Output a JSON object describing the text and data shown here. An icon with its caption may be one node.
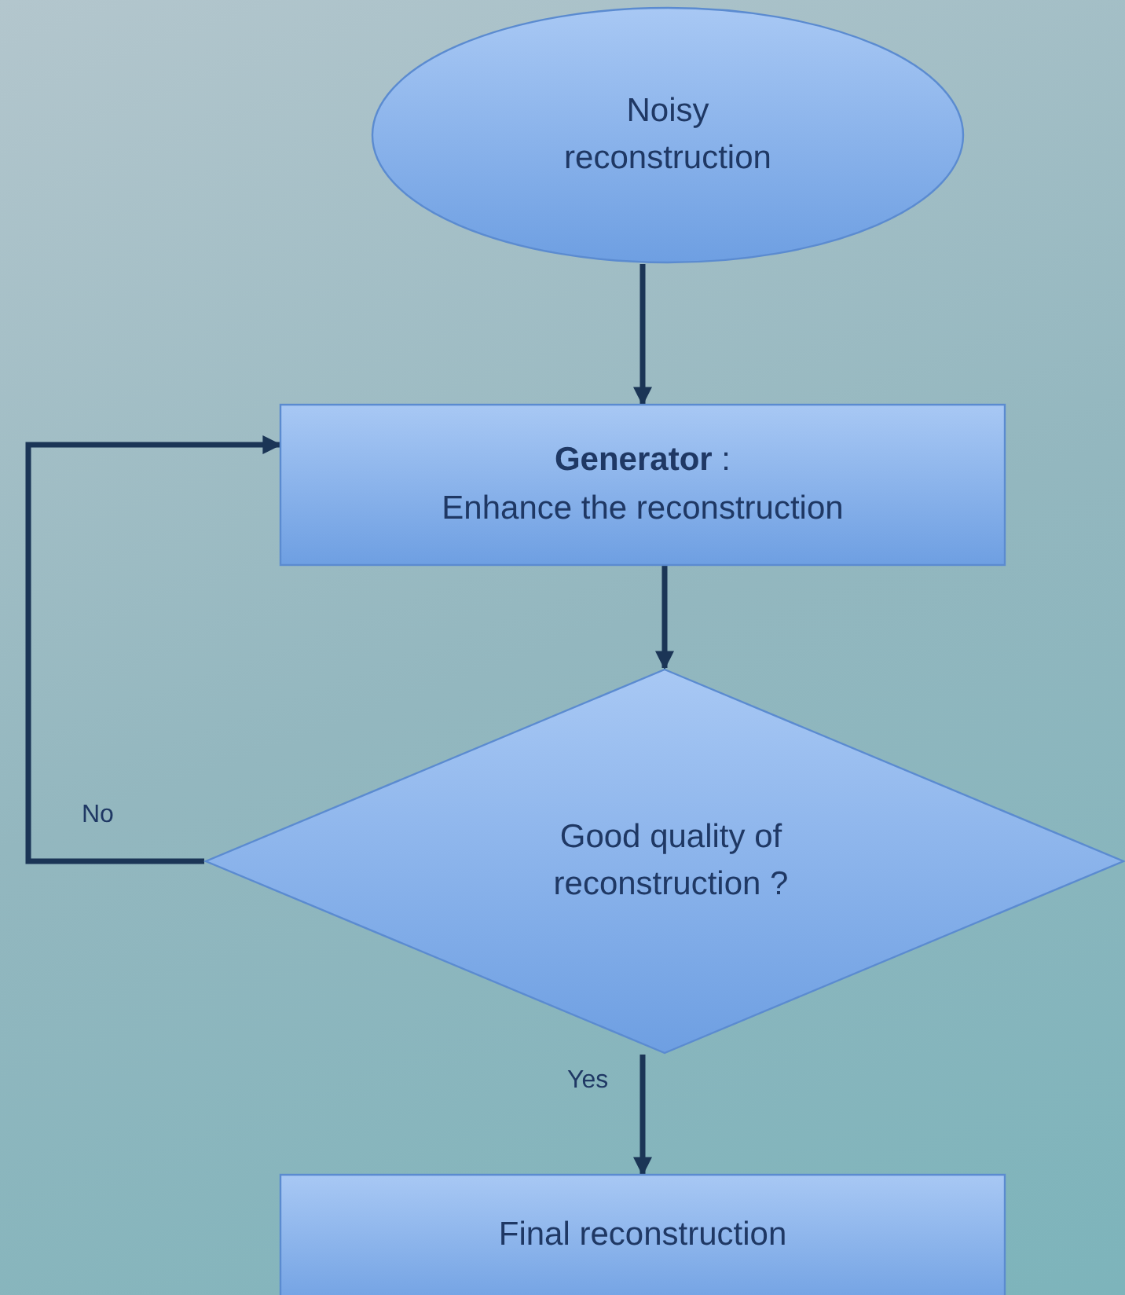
{
  "diagram": {
    "nodes": [
      {
        "text": [
          "Noisy reconstruction"
        ]
      },
      {
        "text": [
          "**Generator** :",
          "Enhance the reconstruction"
        ]
      },
      {
        "text": [
          "Good quality of reconstruction ?"
        ]
      },
      {
        "text": [
          "Final reconstruction"
        ]
      }
    ],
    "edges": [
      {
        "from": 0,
        "to": 1,
        "arrow": "to"
      },
      {
        "from": 1,
        "to": 2,
        "arrow": "to"
      },
      {
        "from": 2,
        "to": 1,
        "arrow": "to",
        "label": "No"
      },
      {
        "from": 2,
        "to": 3,
        "arrow": "to",
        "label": "Yes"
      }
    ]
  }
}
